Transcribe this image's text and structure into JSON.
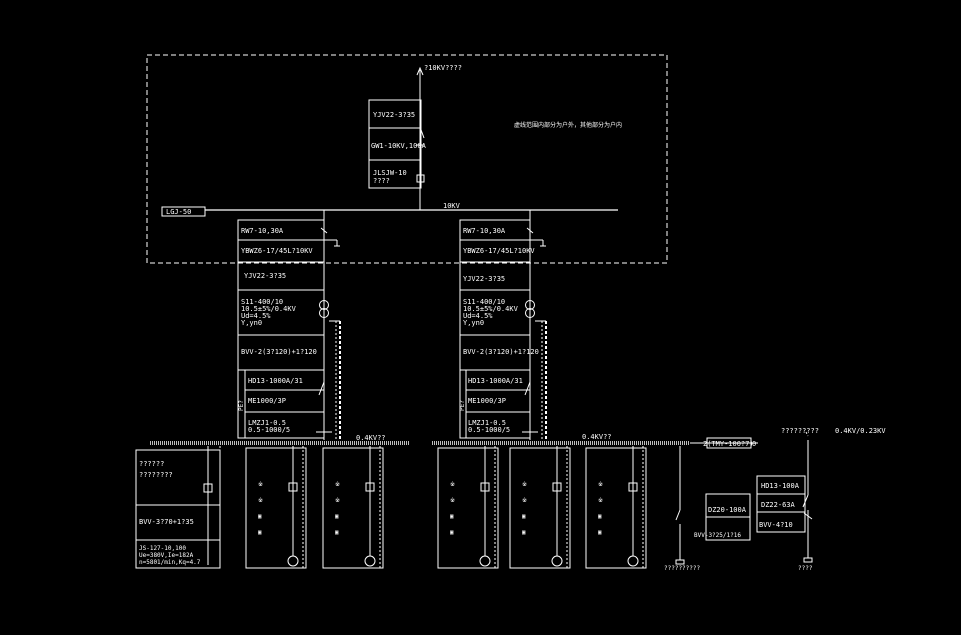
{
  "colors": {
    "background": "#000000",
    "line": "#ffffff",
    "bus": "#bfbfbf"
  },
  "hv": {
    "source": "?10KV????",
    "note": "虚线范围内部分为户外，其他部分为户内",
    "cable": "YJV22-3?35",
    "switch": "GW1-10KV,100A",
    "meter_1": "JLSJW-10",
    "meter_2": "????",
    "busbar_type": "LGJ-50",
    "bus_voltage": "10KV"
  },
  "transformers": [
    {
      "fuse": "RW7-10,30A",
      "arrester": "YBWZ6-17/45L?10KV",
      "cable": "YJV22-3?35",
      "tx_1": "S11-400/10",
      "tx_2": "10.5±5%/0.4KV",
      "tx_3": "Ud=4.5%",
      "tx_4": "Y,yn0",
      "lv_cable": "BVV-2(3?120)+1?120",
      "disconnector": "HD13-1000A/31",
      "breaker": "ME1000/3P",
      "ct_1": "LMZJ1-0.5",
      "ct_2": "0.5-1000/5",
      "side_label": "PE?",
      "lv_voltage": "0.4KV??"
    },
    {
      "fuse": "RW7-10,30A",
      "arrester": "YBWZ6-17/45L?10KV",
      "cable": "YJV22-3?35",
      "tx_1": "S11-400/10",
      "tx_2": "10.5±5%/0.4KV",
      "tx_3": "Ud=4.5%",
      "tx_4": "Y,yn0",
      "lv_cable": "BVV-2(3?120)+1?120",
      "disconnector": "HD13-1000A/31",
      "breaker": "ME1000/3P",
      "ct_1": "LMZJ1-0.5",
      "ct_2": "0.5-1000/5",
      "side_label": "PE?",
      "lv_voltage": "0.4KV??"
    }
  ],
  "left_feeder": {
    "label_1": "??????",
    "label_2": "????????",
    "cable": "BVV-3?70+1?35",
    "motor_1": "JS-127-10,100",
    "motor_2": "Ue=380V,Ie=182A",
    "motor_3": "n=5801/min,Kq=4.7"
  },
  "bus_tie": "2(TMY-100?7)",
  "bus_tie_end": "0",
  "cabinet_glyphs": [
    "※",
    "※",
    "▣",
    "▣"
  ],
  "right_feeder": {
    "breaker": "DZ20-100A",
    "cable": "BVV-3?25/1?16",
    "bottom_label": "??????????"
  },
  "lighting": {
    "title": "?????????",
    "voltage": "0.4KV/0.23KV",
    "switch": "HD13-100A",
    "breaker": "DZ22-63A",
    "cable": "BVV-4?10",
    "bottom_label": "????"
  }
}
